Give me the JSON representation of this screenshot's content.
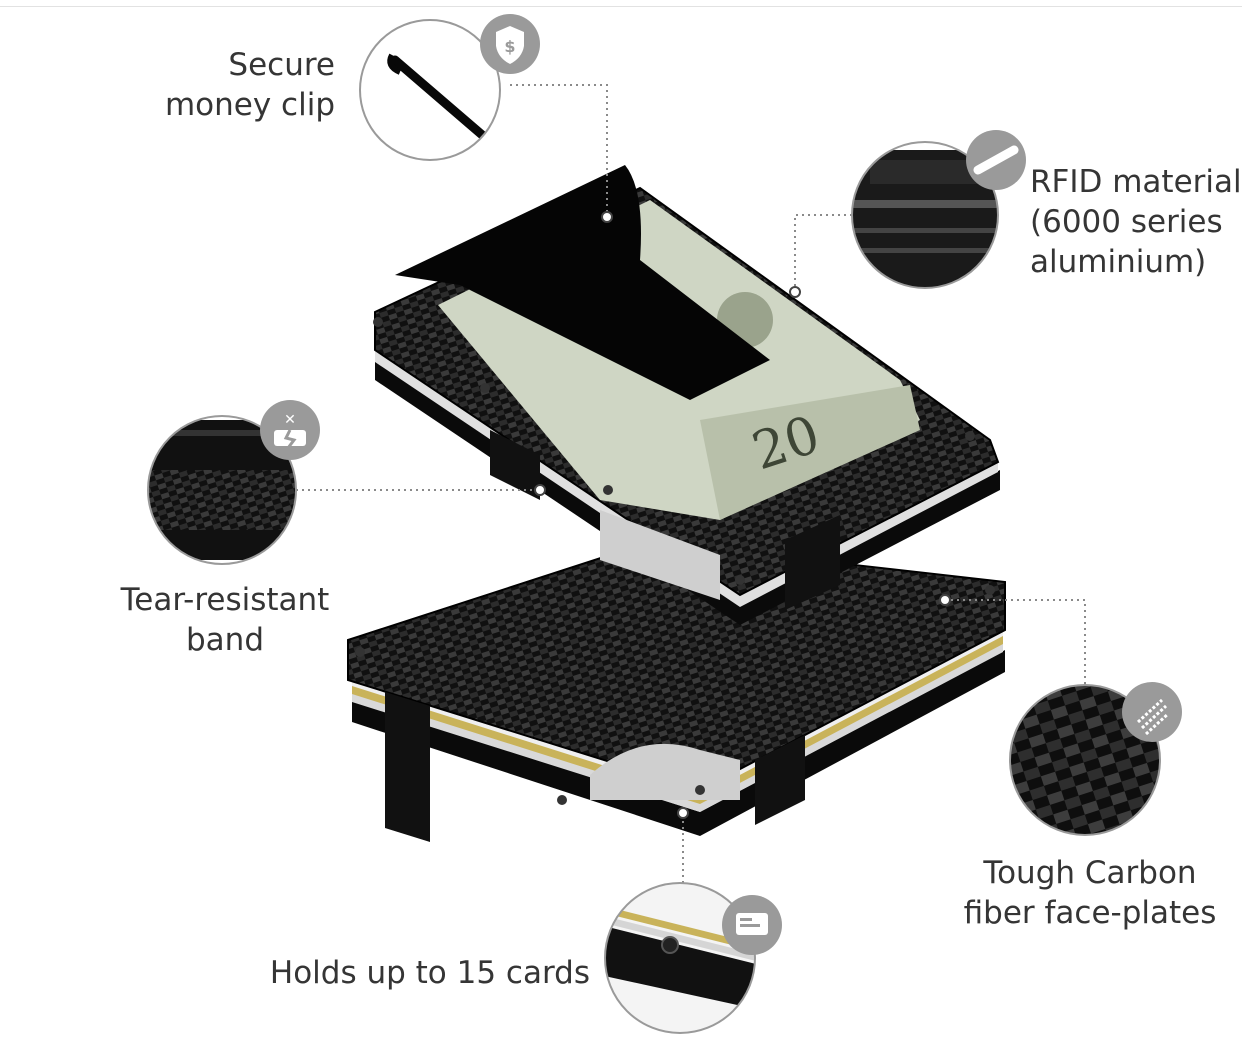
{
  "features": {
    "money_clip": {
      "line1": "Secure",
      "line2": "money clip",
      "icon": "shield-dollar-icon"
    },
    "rfid": {
      "line1": "RFID material",
      "line2": "(6000 series",
      "line3": "aluminium)",
      "icon": "slash-circle-icon"
    },
    "band": {
      "line1": "Tear-resistant",
      "line2": "band",
      "icon": "tear-band-icon"
    },
    "carbon": {
      "line1": "Tough Carbon",
      "line2": "fiber face-plates",
      "icon": "weave-icon"
    },
    "cards": {
      "line1": "Holds up to 15 cards",
      "icon": "card-icon"
    }
  },
  "colors": {
    "carbon": "#141414",
    "badge": "#9a9a9a",
    "connector": "#8a8a8a",
    "text": "#353535"
  }
}
